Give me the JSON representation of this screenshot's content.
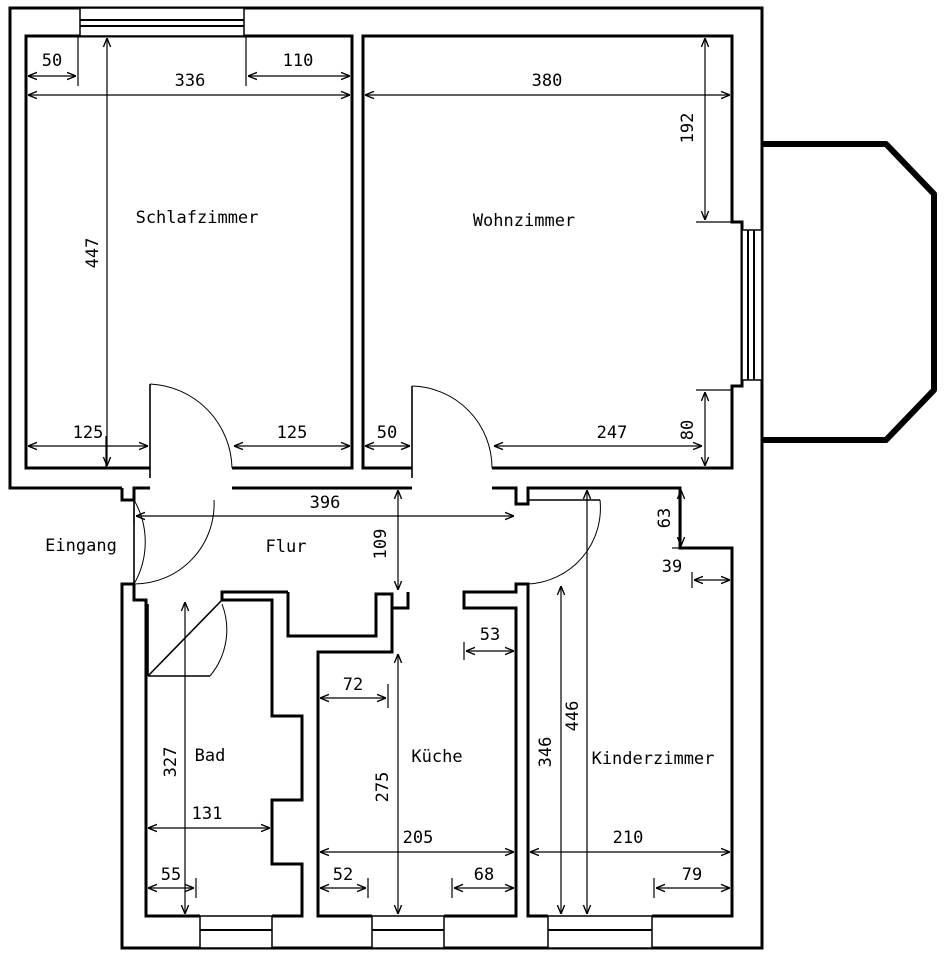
{
  "rooms": {
    "schlafzimmer": "Schlafzimmer",
    "wohnzimmer": "Wohnzimmer",
    "eingang": "Eingang",
    "flur": "Flur",
    "bad": "Bad",
    "kueche": "Küche",
    "kinderzimmer": "Kinderzimmer"
  },
  "dimensions": {
    "schlaf_top_left": "50",
    "schlaf_top_right": "110",
    "schlaf_width": "336",
    "schlaf_height": "447",
    "schlaf_bottom_left": "125",
    "schlaf_bottom_right": "125",
    "wohn_width": "380",
    "wohn_right_top": "192",
    "wohn_right_bottom": "80",
    "wohn_bottom_left": "50",
    "wohn_bottom_right": "247",
    "flur_width": "396",
    "flur_depth": "109",
    "kinder_niche_depth": "63",
    "kinder_niche_width": "39",
    "kueche_door_offset": "53",
    "kueche_top_left": "72",
    "kueche_height": "275",
    "kueche_width": "205",
    "kueche_bottom_left": "52",
    "kueche_bottom_right": "68",
    "bad_height": "327",
    "bad_width": "131",
    "bad_bottom_left": "55",
    "kinder_height_inner": "346",
    "kinder_height": "446",
    "kinder_width": "210",
    "kinder_bottom_right": "79"
  }
}
